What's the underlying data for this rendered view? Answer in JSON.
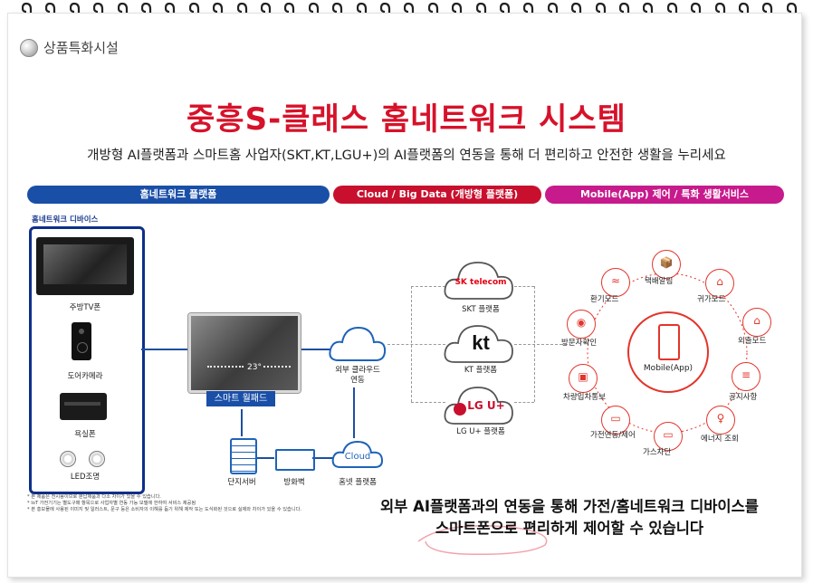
{
  "header": {
    "section_label": "상품특화시설"
  },
  "title": {
    "main": "중흥S-클래스 홈네트워크 시스템",
    "subtitle": "개방형 AI플랫폼과 스마트홈 사업자(SKT,KT,LGU+)의 AI플랫폼의 연동을 통해 더 편리하고 안전한 생활을 누리세요"
  },
  "bars": {
    "home_network": "홈네트워크 플랫폼",
    "cloud": "Cloud / Big Data (개방형 플랫폼)",
    "mobile": "Mobile(App) 제어 / 특화 생활서비스"
  },
  "colors": {
    "blue": "#1a4fa8",
    "red": "#c8102e",
    "magenta": "#c71a8c",
    "accent": "#e2352b"
  },
  "devices": {
    "title": "홈네트워크 디바이스",
    "items": [
      "주방TV폰",
      "도어카메라",
      "욕실폰",
      "LED조명"
    ]
  },
  "wallpad": {
    "label": "스마트 월패드",
    "temp": "23°"
  },
  "infra": {
    "complex_server": "단지서버",
    "firewall": "방화벽",
    "home_cloud": "홈넷 플랫폼",
    "cloud_icon_text": "Cloud"
  },
  "external_cloud": {
    "label": "외부 클라우드\n연동"
  },
  "carriers": [
    {
      "logo": "SK telecom",
      "label": "SKT 플랫폼"
    },
    {
      "logo": "kt",
      "label": "KT 플랫폼"
    },
    {
      "logo": "LG U+",
      "label": "LG U+ 플랫폼"
    }
  ],
  "mobile_app": {
    "label": "Mobile(App)"
  },
  "services": [
    "택배알림",
    "귀가모드",
    "외출모드",
    "공지사항",
    "에너지 조회",
    "가스차단",
    "가전연동/제어",
    "차량입차통보",
    "방문자확인",
    "환기모드"
  ],
  "footnotes": [
    "* 본 제품은 전시용이므로 분납제품과 다소 차이가 있을 수 있습니다.",
    "* IoT 가전기기는 별도구매 항목으로 사업자별 연동 가능 모델에 한하여 서비스 제공됨",
    "* 본 홍보물에 사용된 이미지 및 일러스트, 문구 등은 소비자의 이해를 돕기 위해 제작 또는 도식화된 것으로 실제와 차이가 있을 수 있습니다."
  ],
  "bottom": {
    "line1": "외부 AI플랫폼과의 연동을 통해 가전/홈네트워크 디바이스를",
    "line2": "스마트폰으로 편리하게 제어할 수 있습니다"
  }
}
